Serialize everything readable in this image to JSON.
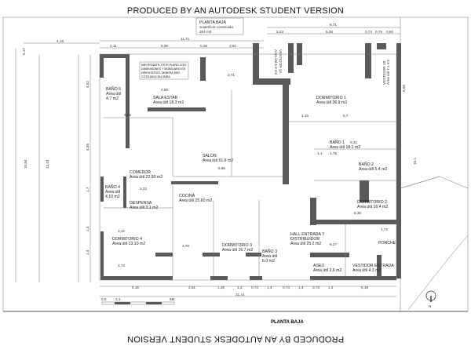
{
  "watermark_top": "PRODUCED BY AN AUTODESK STUDENT VERSION",
  "watermark_bottom": "PRODUCED BY AN AUTODESK STUDENT VERSION",
  "plan_title": "PLANTA BAJA",
  "info_box": {
    "title": "PLANTA BAJA",
    "line1": "Superficie construida",
    "line2": "354 m2"
  },
  "note": [
    "IMPORTANTE: ESTE PLANO CON",
    "DIMENSIONES Y MOBILIARIO ES",
    "ORIENTATIVO. DEBERÁ SER",
    "COTEJADO EN OBRA"
  ],
  "rooms": [
    {
      "name": "BAÑO 5",
      "area": "Area útil",
      "value": "4.7 m2"
    },
    {
      "name": "SALA ESTAR",
      "area": "Area útil 18.3 m2"
    },
    {
      "name": "DORMITORIO 1",
      "area": "Area útil 36.9 m2"
    },
    {
      "name": "SALON",
      "area": "Area útil 61.6 m2"
    },
    {
      "name": "BAÑO 1",
      "area": "Area útil 18.1 m2"
    },
    {
      "name": "BAÑO 2",
      "area": "Area útil 5.4 m2"
    },
    {
      "name": "COMEDOR",
      "area": "Area útil 22.90 m2"
    },
    {
      "name": "BAÑO 4",
      "area": "Area útil",
      "value": "4.10 m2"
    },
    {
      "name": "DESPENSA",
      "area": "Area útil 3.1 m2"
    },
    {
      "name": "COCINA",
      "area": "Area útil 25.60 m2"
    },
    {
      "name": "DORMITORIO 2",
      "area": "Area útil 16.4 m2"
    },
    {
      "name": "DORMITORIO 4",
      "area": "Area útil 13.10 m2"
    },
    {
      "name": "DORMITORIO 3",
      "area": "Area útil 16.7 m2"
    },
    {
      "name": "BAÑO 3",
      "area": "Area útil",
      "value": "6.0 m2"
    },
    {
      "name": "HALL ENTRADA Y",
      "name2": "DISTRIBUIDOR",
      "area": "Area útil 25.2 m2"
    },
    {
      "name": "ASEO",
      "area": "Area útil 2.6 m2"
    },
    {
      "name": "VESTIDOR ENTRADA",
      "area": "Area útil 4.3 m2"
    },
    {
      "name": "PORCHE"
    },
    {
      "name": "VESTIDOR 1A",
      "area": "Area útil 3.9 m2"
    },
    {
      "name": "VESTIDOR 1B",
      "area": "Area útil 7.1 m2"
    }
  ],
  "dims_top": [
    "11,71",
    "2,11",
    "5,08",
    "0,48",
    "3,52",
    "8,71",
    "2,23",
    "5,08",
    "0,74",
    "0,75",
    "0,93",
    "4,18",
    "2,71"
  ],
  "dims_bottom": [
    "5,16",
    "2,81",
    "1,28",
    "1,4",
    "0,74",
    "1,4",
    "0,74",
    "1,4",
    "0,73",
    "1,4",
    "6,19",
    "21,41"
  ],
  "dims_left": [
    "5,17",
    "15,84",
    "13,24",
    "4,42",
    "4,46",
    "1,7",
    "1,4",
    "1,4"
  ],
  "dims_inner": [
    "4,88",
    "4,05",
    "2,23",
    "3,12",
    "3,72",
    "3,78",
    "6,86",
    "5,41",
    "5,36",
    "6,27",
    "1,72",
    "5,7",
    "2,16",
    "1,1",
    "1,75",
    "6,59",
    "15,1"
  ],
  "scale_labels": [
    "0,0",
    "1,1",
    "5M"
  ],
  "compass": "N"
}
